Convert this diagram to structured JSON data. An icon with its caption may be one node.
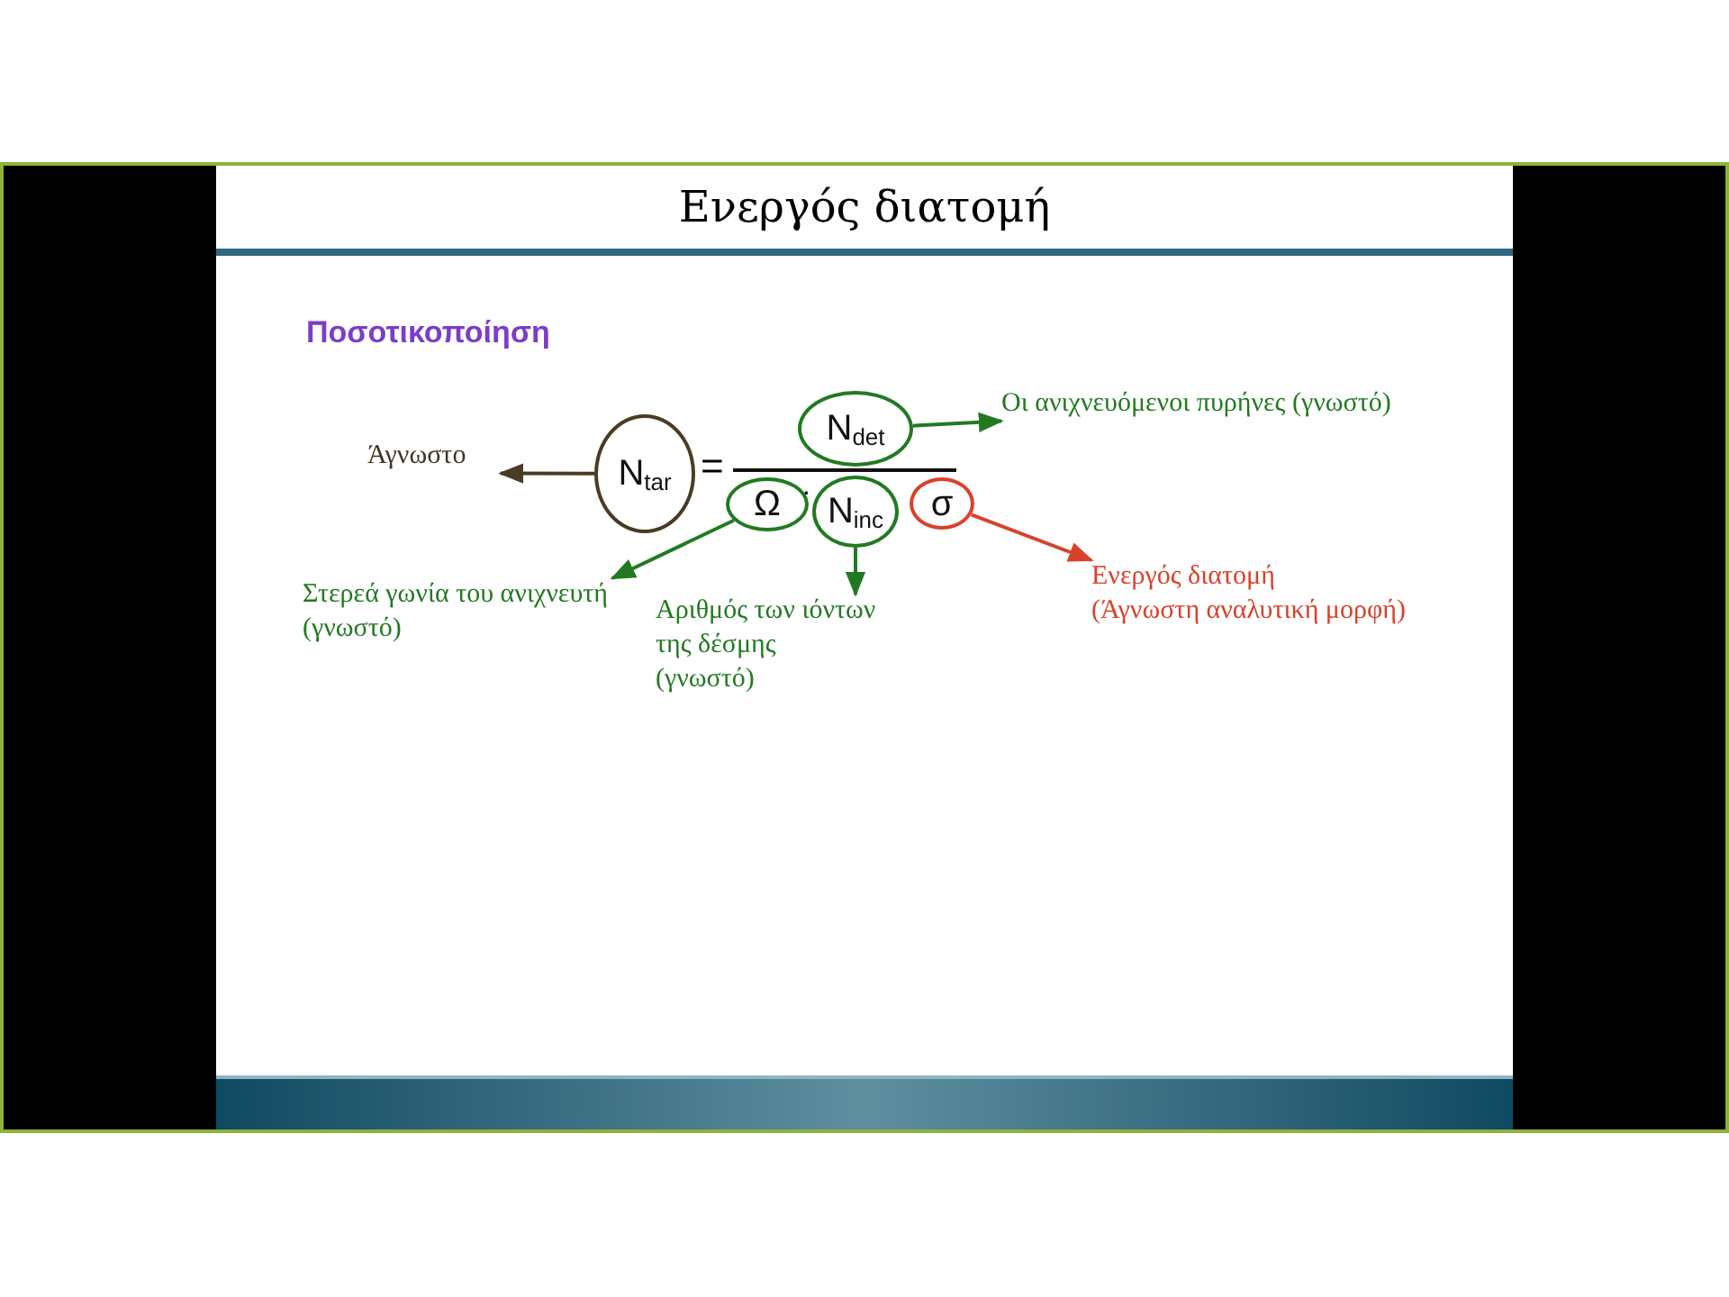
{
  "diagram": {
    "title": "Ενεργός διατομή",
    "nodes": [
      {
        "text": [
          "N$_{tar}$"
        ]
      },
      {
        "text": [
          "N$_{det}$"
        ]
      },
      {
        "text": [
          "Ω"
        ]
      },
      {
        "text": [
          "N$_{inc}$"
        ]
      },
      {
        "text": [
          "σ"
        ]
      },
      {
        "text": [
          "Άγνωστο"
        ]
      },
      {
        "text": [
          "Οι ανιχνευόμενοι πυρήνες (γνωστό)"
        ]
      },
      {
        "text": [
          "Στερεά γωνία του ανιχνευτή",
          "(γνωστό)"
        ]
      },
      {
        "text": [
          "Αριθμός των ιόντων της δέσμης",
          "(γνωστό)"
        ]
      },
      {
        "text": [
          "Ενεργός διατομή",
          "(Άγνωστη αναλυτική μορφή)"
        ]
      }
    ],
    "edges": [
      {
        "from": 0,
        "to": 5,
        "arrow": "to",
        "color": "#4a3b24"
      },
      {
        "from": 1,
        "to": 6,
        "arrow": "to"
      },
      {
        "from": 2,
        "to": 7,
        "arrow": "to"
      },
      {
        "from": 3,
        "to": 8,
        "arrow": "to"
      },
      {
        "from": 4,
        "to": 9,
        "arrow": "to",
        "color": "#d9412b"
      }
    ],
    "labels": [
      "Ποσοτικοποίηση",
      "=",
      "·"
    ]
  }
}
